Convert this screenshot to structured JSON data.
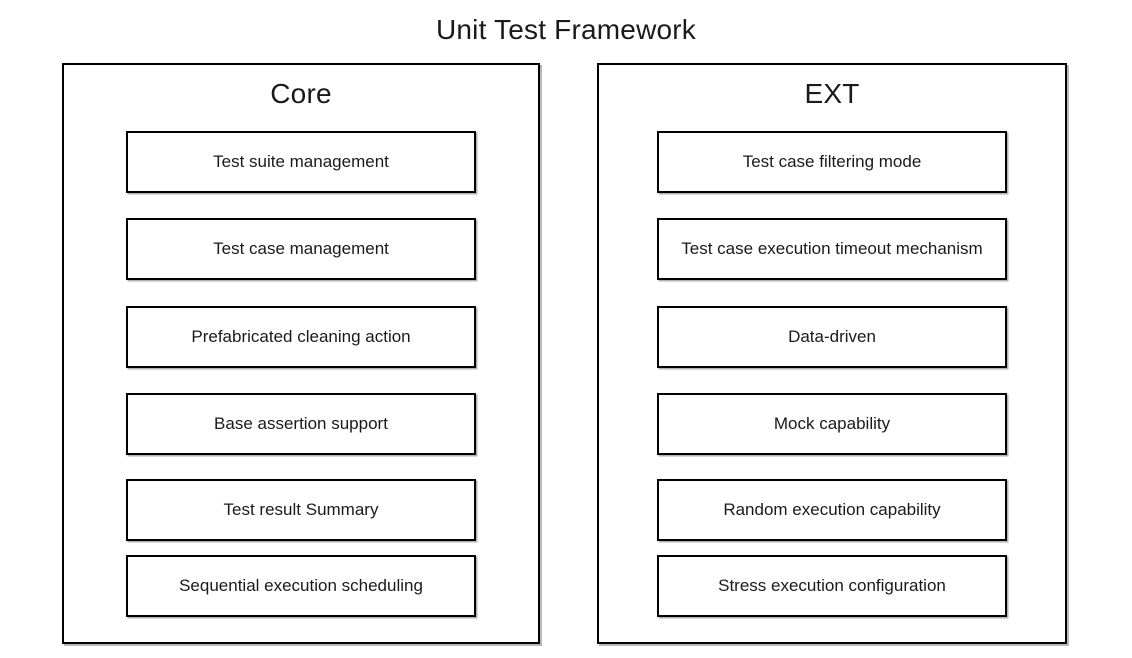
{
  "title": "Unit Test Framework",
  "panels": [
    {
      "label": "Core",
      "items": [
        "Test suite management",
        "Test case management",
        "Prefabricated cleaning action",
        "Base assertion support",
        "Test result Summary",
        "Sequential execution scheduling"
      ]
    },
    {
      "label": "EXT",
      "items": [
        "Test case filtering mode",
        "Test case execution timeout mechanism",
        "Data-driven",
        "Mock capability",
        "Random execution capability",
        "Stress execution configuration"
      ]
    }
  ],
  "colors": {
    "background": "#ffffff",
    "border": "#000000",
    "text": "#1a1a1a"
  }
}
